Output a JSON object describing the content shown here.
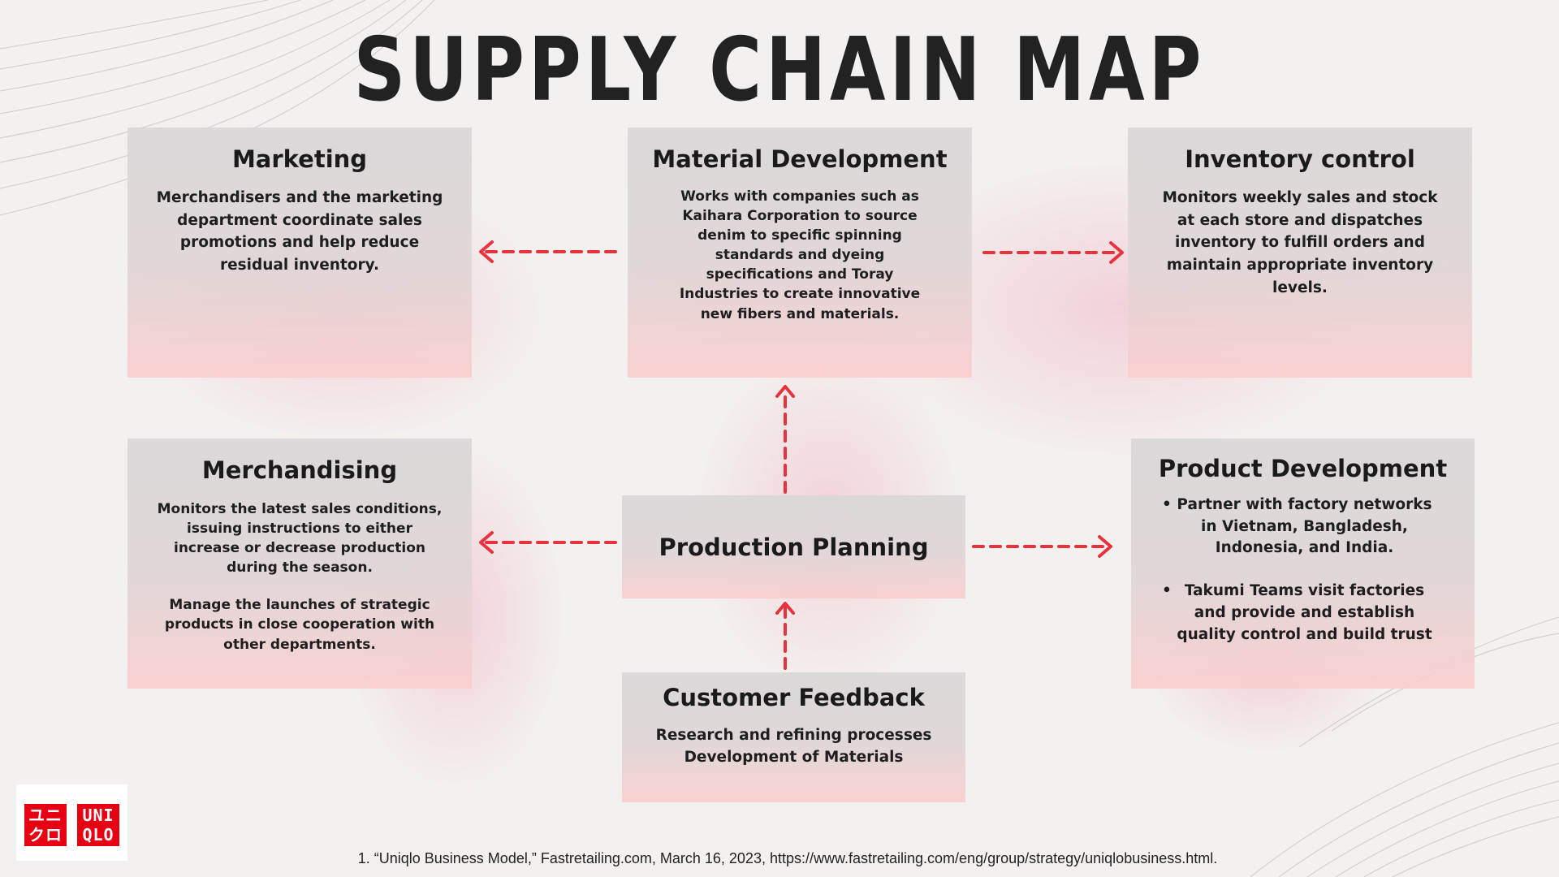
{
  "title": "SUPPLY CHAIN MAP",
  "boxes": {
    "marketing": {
      "title": "Marketing",
      "text": "Merchandisers and the marketing department coordinate sales promotions and help reduce residual inventory."
    },
    "material_development": {
      "title": "Material Development",
      "text": "Works with companies such as Kaihara Corporation to source denim to specific spinning standards and dyeing specifications and Toray Industries to create innovative new fibers and materials."
    },
    "inventory_control": {
      "title": "Inventory control",
      "text": "Monitors weekly sales and stock at each store and dispatches inventory to fulfill orders and maintain appropriate inventory levels."
    },
    "merchandising": {
      "title": "Merchandising",
      "paragraphs": [
        "Monitors the latest sales conditions, issuing instructions to either increase or decrease production during the season.",
        "Manage the launches of strategic products in close cooperation with other departments."
      ]
    },
    "production_planning": {
      "title": "Production Planning"
    },
    "product_development": {
      "title": "Product Development",
      "bullets": [
        "Partner with factory networks in Vietnam, Bangladesh, Indonesia, and India.",
        "Takumi Teams visit factories and provide and establish quality control and build trust"
      ]
    },
    "customer_feedback": {
      "title": "Customer Feedback",
      "lines": [
        "Research and refining processes",
        "Development of Materials"
      ]
    }
  },
  "logo": {
    "left_tile": [
      "ユニ",
      "クロ"
    ],
    "right_tile": [
      "UNI",
      "QLO"
    ]
  },
  "footnote": "1. “Uniqlo Business Model,” Fastretailing.com, March 16, 2023, https://www.fastretailing.com/eng/group/strategy/uniqlobusiness.html.",
  "colors": {
    "arrow": "#e8323c",
    "logo_red": "#e60012",
    "box_top": "#dad8d8",
    "box_bottom": "#facece"
  }
}
